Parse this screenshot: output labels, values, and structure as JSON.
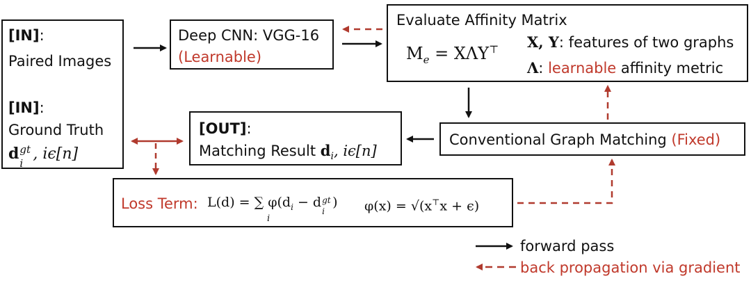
{
  "input_box": {
    "tag1": "[IN]",
    "colon1": ":",
    "line1": "Paired Images",
    "tag2": "[IN]",
    "colon2": ":",
    "line2": "Ground Truth",
    "gt_sym": "d",
    "gt_sub": "i",
    "gt_sup": "gt",
    "gt_rest": ", iϵ[n]"
  },
  "cnn_box": {
    "title": "Deep CNN: VGG-16",
    "note": "(Learnable)"
  },
  "affinity_box": {
    "title": "Evaluate Affinity Matrix",
    "formula_lhs": "M",
    "formula_sub": "e",
    "formula_rhs": " = XΛY",
    "formula_sup": "⊤",
    "xy_sym": "X, Y",
    "xy_text": ": features of two graphs",
    "lambda_sym": "Λ",
    "lambda_colon": ": ",
    "lambda_red": "learnable",
    "lambda_text": " affinity metric"
  },
  "matching_box": {
    "text": "Conventional Graph Matching ",
    "note": "(Fixed)"
  },
  "output_box": {
    "tag": "[OUT]",
    "colon": ":",
    "text": "Matching Result ",
    "sym": "d",
    "sub": "i",
    "rest": ", iϵ[n]"
  },
  "loss_box": {
    "label": "Loss Term:",
    "formula1": "L(d) = ∑ φ(d",
    "formula1_sub": "i",
    "formula1_mid": " − d",
    "formula1_sup": "gt",
    "formula1_sub2": "i",
    "formula1_end": ")",
    "sum_index": "i",
    "formula2": "φ(x) = √(x",
    "formula2_sup": "⊤",
    "formula2_end": "x + ϵ)"
  },
  "legend": {
    "forward": "forward pass",
    "backward": "back propagation via gradient"
  },
  "colors": {
    "accent_red": "#c0392b",
    "line_black": "#111111"
  }
}
